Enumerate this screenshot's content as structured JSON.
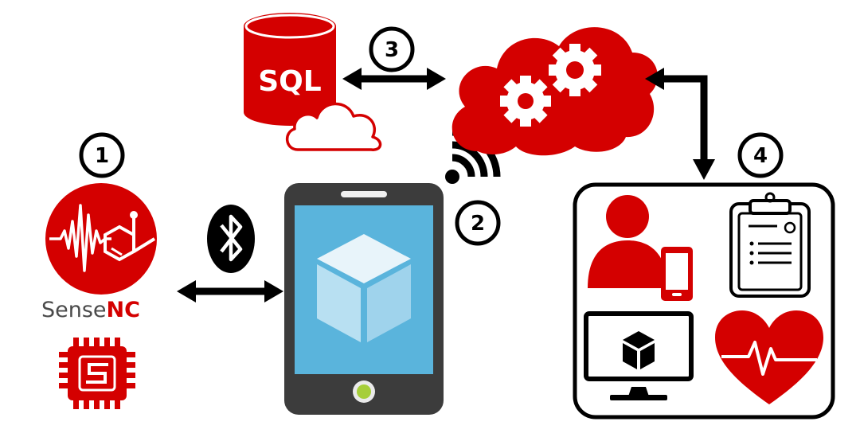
{
  "steps": {
    "step1": "1",
    "step2": "2",
    "step3": "3",
    "step4": "4"
  },
  "brand": {
    "light": "Sense",
    "bold": "NC"
  },
  "database": {
    "label": "SQL"
  },
  "colors": {
    "red": "#d40000",
    "black": "#000000",
    "screen": "#5ab4dc",
    "phone_body": "#3c3c3c",
    "home_button": "#a6ce39"
  },
  "icons": [
    "sensenc-logo-icon",
    "chip-icon",
    "bluetooth-icon",
    "smartphone-icon",
    "sql-database-icon",
    "cloud-icon",
    "cloud-gears-icon",
    "wifi-signal-icon",
    "user-phone-icon",
    "clipboard-icon",
    "monitor-icon",
    "heart-pulse-icon"
  ]
}
